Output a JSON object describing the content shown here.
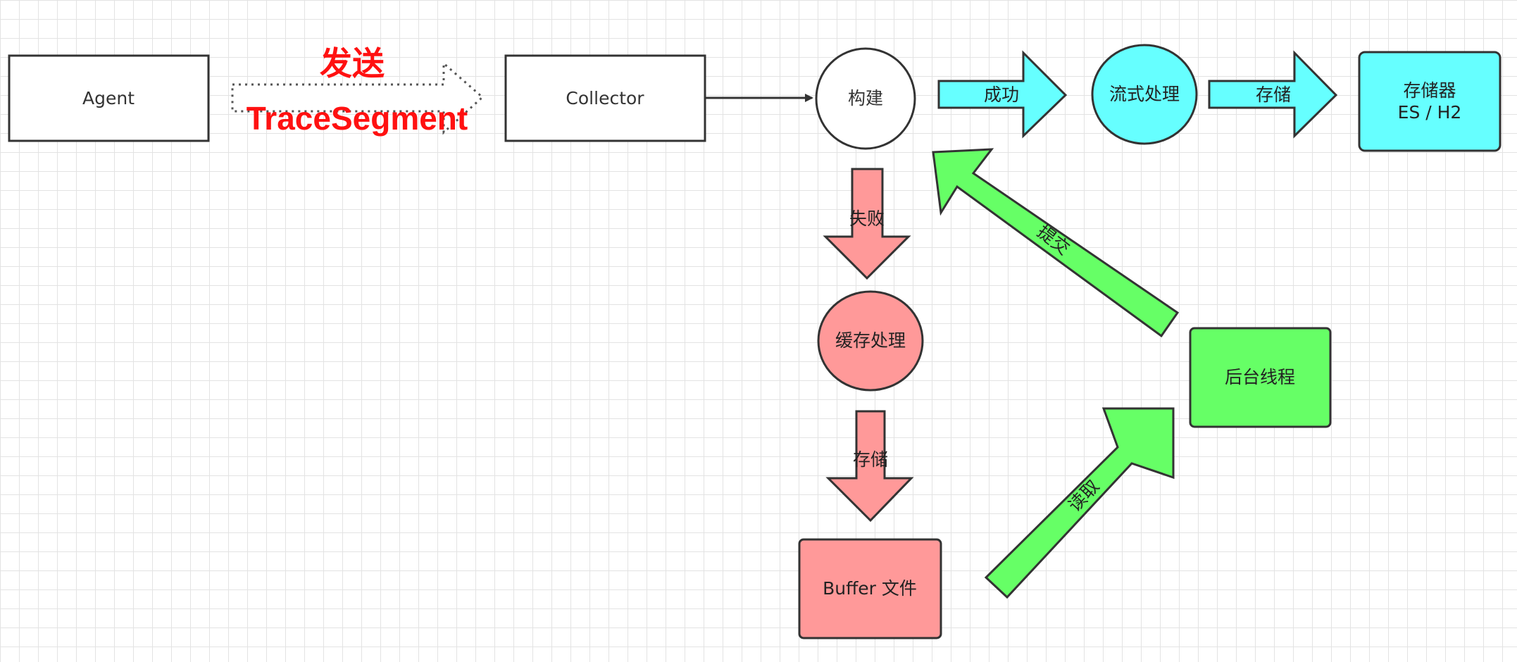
{
  "nodes": {
    "agent": "Agent",
    "collector": "Collector",
    "build": "构建",
    "stream_process": "流式处理",
    "storage_line1": "存储器",
    "storage_line2": "ES / H2",
    "cache_process": "缓存处理",
    "buffer_file": "Buffer 文件",
    "background_thread": "后台线程"
  },
  "edges": {
    "send_line1": "发送",
    "send_line2": "TraceSegment",
    "success": "成功",
    "store_top": "存储",
    "fail": "失败",
    "store_bottom": "存储",
    "read": "读取",
    "submit": "提交"
  },
  "colors": {
    "cyan": "#66ffff",
    "red": "#ff9999",
    "green": "#66ff66",
    "stroke": "#333333",
    "highlight_text": "#ff1111"
  }
}
